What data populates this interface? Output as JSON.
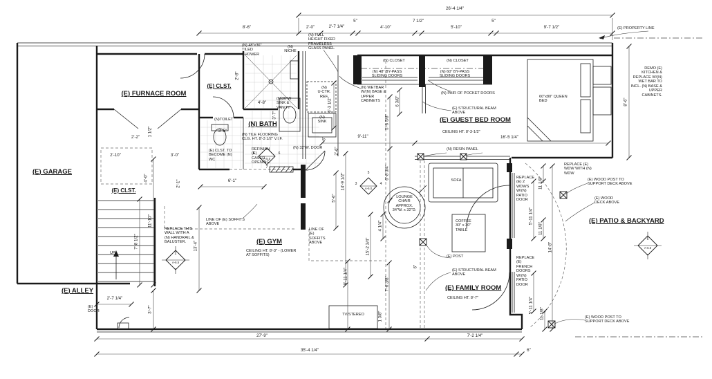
{
  "rooms": {
    "garage": "(E) GARAGE",
    "furnace": "(E) FURNACE ROOM",
    "clst_top": "(E) CLST.",
    "clst_stair": "(E) CLST.",
    "bath": "(N) BATH",
    "bath_note": "(N) TILE FLOORING\nCLG. HT. 8'-3 1/2\" V.I.F.",
    "gym": "(E) GYM",
    "gym_note": "CEILING HT. 8'-3\" - (LOWER\nAT SOFFITS)",
    "guest": "(E) GUEST BED ROOM",
    "guest_note": "CEILING HT. 8'-3-1/2\"",
    "family": "(E) FAMILY ROOM",
    "family_note": "CEILING HT. 8'-7\"",
    "alley": "(E) ALLEY",
    "patio": "(E) PATIO & BACKYARD"
  },
  "notes": {
    "property_line": "(E) PROPERTY LINE",
    "glass_panel": "(N) FULL\nHEIGHT FIXED\nFRAMELESS\nGLASS PANEL",
    "tiled_shower": "(N) 48\"x36\"\nTILED\nSHOWER",
    "niche": "(N)\nNICHE",
    "closet_l": "(N) CLOSET",
    "bypass48": "(N) 48\" BY-PASS\nSLIDING  DOORS",
    "closet_r": "(N) CLOSET",
    "bypass60": "(N) 60\" BY-PASS\nSLIDING  DOORS",
    "pocket": "(N)  PAIR OF POCKET DOORS",
    "wetbar": "(N) WETBAR\nW/(N) BASE &\nUPPER\nCABINETS",
    "ref": "(N)\nU-CTR.\nREF.",
    "sink": "(N)\nSINK",
    "sink_vanity": "(N)36\"W\nSINK &\nVANITY",
    "toilet": "(N)TOILET",
    "wc": "(E) CLST. TO\nBECOME (N)\nWC",
    "refinish": "REFINISH\n(E)\nCASED\nOPENING",
    "door32": "(N) 32\"W. DOOR",
    "bed": "60\"x80\" QUEEN\nBED",
    "demo": "DEMO (E)\nKITCHEN &\nREPLACE  W/(N)\nWET BAR TO\nINCL. (N) BASE &\nUPPER\nCABINETS.",
    "beam_guest": "(E) STRUCTURAL BEAM\nABOVE",
    "resin": "(N) RESIN PANEL",
    "sofa": "SOFA",
    "lounge": "LOUNGE\nCHAIR\nAPPROX.\n34\"W. x 32\"D.",
    "coffee": "COFFEE\n30\" x 30\"\nTABLE",
    "patio_wdws": "REPLACE\n(E) 2\nWDWS\nW/(N)\nPATIO\nDOOR",
    "wdw_wdw": "REPLACE (E)\nWDW WITH (N)\nWDW",
    "post_upper": "(E) WOOD  POST TO\nSUPPORT DECK ABOVE",
    "deck": "(E) WOOD\nDECK ABOVE",
    "french": "REPLACE\n(E)\nFRENCH\nDOORS\nW/(N)\nPATIO\nDOOR",
    "post_lbl": "(E) POST",
    "beam_family": "(E) STRUCTURAL BEAM\nABOVE",
    "tv": "TV/STEREO",
    "handrail": "REPLACE THIS\nWALL WITH A\n(N) HANDRAIL &\nBALUSTER.",
    "up": "UP",
    "door": "(E)\nDOOR",
    "soffits_l": "LINE OF (E) SOFFITS\nABOVE",
    "soffits_r": "LINE OF\n(E)\nSOFFITS\nABOVE",
    "post_lower": "(E) WOOD  POST TO\nSUPPORT DECK ABOVE"
  },
  "dims": {
    "overall_top": "26'-4 1/4\"",
    "t1": "8'-6\"",
    "t2": "2'-0\"",
    "t3": "2'-7 1/4\"",
    "t4": "5\"",
    "t5": "4'-10\"",
    "t6": "7 1/2\"",
    "t7": "5'-10\"",
    "t8": "5\"",
    "t9": "9'-7 1/2\"",
    "right86": "8'-6\"",
    "guest_w": "16'-5 1/4\"",
    "hall": "9'-11\"",
    "b1": "27'-9\"",
    "b2": "7'-2 1/4\"",
    "overall_b": "35'-4 1/4\"",
    "b6": "6\"",
    "d210": "2'-10\"",
    "d22": "2'-2\"",
    "d112": "1 1/2\"",
    "d30": "3'-0\"",
    "d40": "4'-0\"",
    "d21": "2'-1\"",
    "d28": "2'-8\"",
    "d1110": "11'-10\"",
    "d782": "7'-8 1/2\"",
    "d134": "13'-4\"",
    "d37": "3'-7\"",
    "d274": "2'-7 1/4\"",
    "d48": "4'-8\"",
    "d37b": "3'-7\"",
    "d35": "3'-5\"",
    "d61": "6'-1\"",
    "d632": "6'-3 1/2\"",
    "d6": "6\"",
    "d26": "2'-6\"",
    "d1492": "14'-9 1/2\"",
    "d56": "5'-6\"",
    "d1523": "15'-2 3/4\"",
    "d414": "4 1/4\"",
    "d683": "6'-8 3/4\"",
    "d5658": "5'-6 5/8\"",
    "d638": "6 3/8\"",
    "d6b": "6\"",
    "d8114": "8'-11 1/4\"",
    "d763": "7'-6 3/8\"",
    "d138": "1 3/8\"",
    "d5114a": "5'-11 1/4\"",
    "d1118a": "11 1/8\"",
    "d1118b": "11 1/8\"",
    "d148": "14'-8\"",
    "d5114b": "5'-11 1/4\"",
    "d1118c": "11 1/8\""
  },
  "markers": {
    "m1": {
      "sheet": "A-5.0",
      "left": "8",
      "right": "6",
      "bottom": "7"
    },
    "m2": {
      "sheet": "A-6.0",
      "top": "5",
      "left": "3",
      "right": "4"
    },
    "m3": {
      "num": "2",
      "sheet": "A-6.5"
    },
    "m4": {
      "num": "6",
      "sheet": "A-6.5"
    }
  }
}
